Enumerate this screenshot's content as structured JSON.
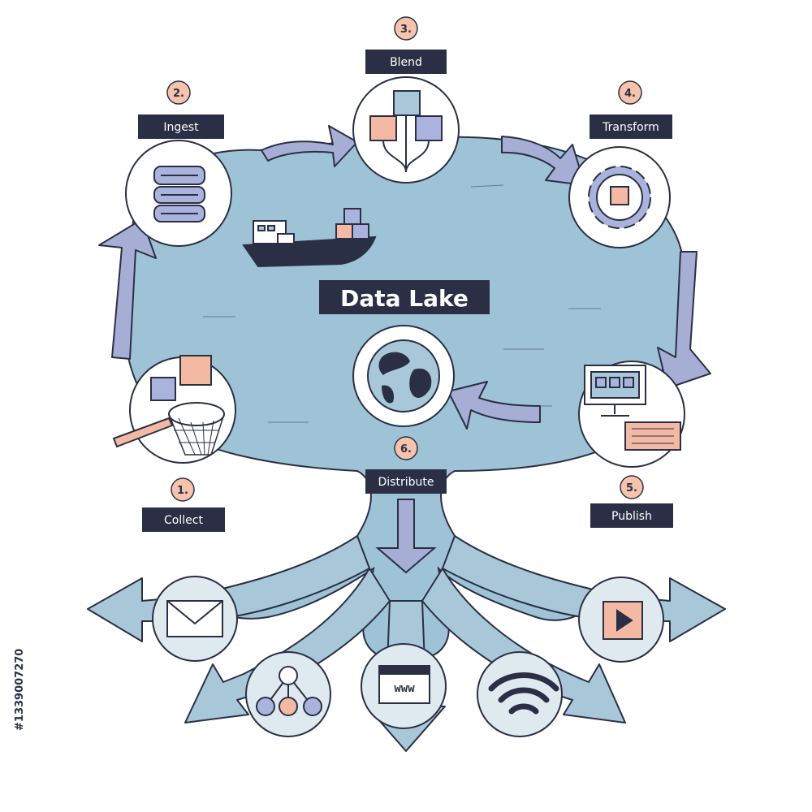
{
  "title": "Data Lake",
  "steps": [
    {
      "number": "1.",
      "label": "Collect"
    },
    {
      "number": "2.",
      "label": "Ingest"
    },
    {
      "number": "3.",
      "label": "Blend"
    },
    {
      "number": "4.",
      "label": "Transform"
    },
    {
      "number": "5.",
      "label": "Publish"
    },
    {
      "number": "6.",
      "label": "Distribute"
    }
  ],
  "web_label": "www",
  "side_text": "#1339007270",
  "colors": {
    "lake": "#9fc3d6",
    "branch": "#a8c8d9",
    "flow_arrow": "#a7aed6",
    "label_bg": "#2b2f45",
    "badge": "#f6c3ad",
    "accent": "#f4b9a2",
    "cube_blue": "#aab3dd",
    "ink": "#2b2f45"
  },
  "icons": {
    "collect": "net-with-cubes-icon",
    "ingest": "database-icon",
    "blend": "blended-cubes-icon",
    "transform": "gear-with-cube-icon",
    "publish": "computer-with-keyboard-icon",
    "distribute": "globe-icon",
    "ship": "cargo-ship-icon",
    "outputs": [
      "email-icon",
      "network-icon",
      "web-icon",
      "wifi-icon",
      "video-play-icon"
    ]
  }
}
